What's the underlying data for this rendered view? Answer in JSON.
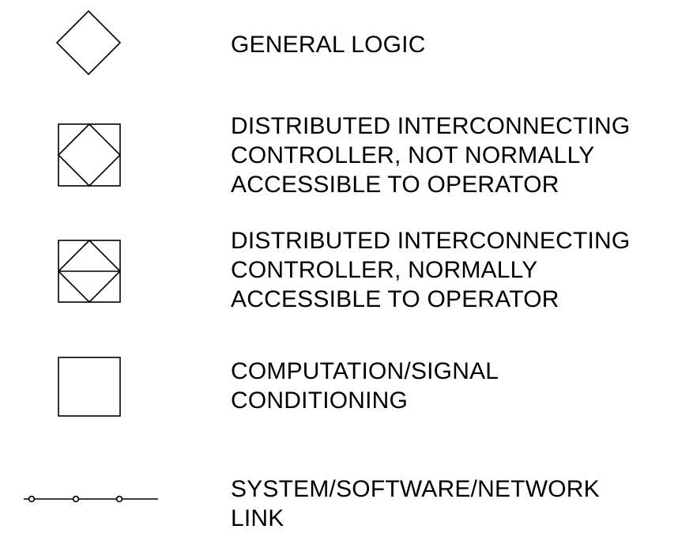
{
  "legend": [
    {
      "symbol": "diamond",
      "lines": [
        "GENERAL LOGIC"
      ]
    },
    {
      "symbol": "diamond-in-square",
      "lines": [
        "DISTRIBUTED INTERCONNECTING",
        "CONTROLLER, NOT NORMALLY",
        "ACCESSIBLE TO OPERATOR"
      ]
    },
    {
      "symbol": "diamond-in-square-with-line",
      "lines": [
        "DISTRIBUTED INTERCONNECTING",
        "CONTROLLER, NORMALLY",
        "ACCESSIBLE TO OPERATOR"
      ]
    },
    {
      "symbol": "square",
      "lines": [
        "COMPUTATION/SIGNAL",
        "CONDITIONING"
      ]
    },
    {
      "symbol": "link-line-with-circles",
      "lines": [
        "SYSTEM/SOFTWARE/NETWORK",
        "LINK"
      ]
    }
  ],
  "colors": {
    "line": "#000000",
    "background": "#ffffff"
  }
}
